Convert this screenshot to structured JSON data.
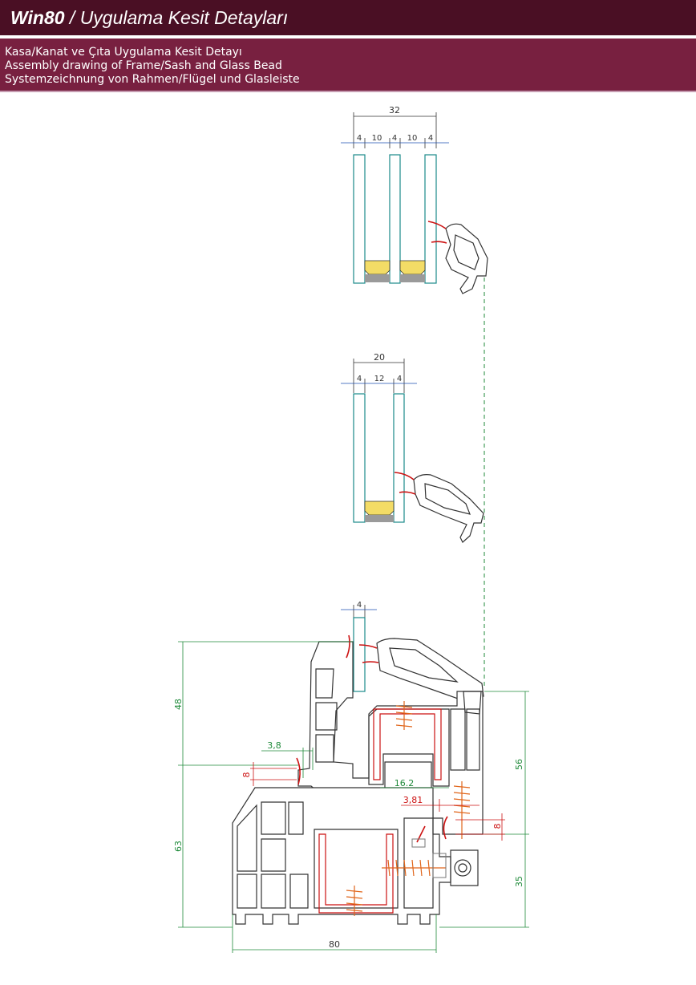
{
  "header": {
    "brand": "Win80",
    "title_rest": " / Uygulama Kesit Detayları",
    "colors": {
      "title_bg": "#4a0f24",
      "subtitle_bg": "#782040",
      "text": "#ffffff"
    }
  },
  "subtitle": {
    "line_tr": "Kasa/Kanat ve Çıta Uygulama Kesit Detayı",
    "line_en": "Assembly drawing of Frame/Sash and Glass Bead",
    "line_de": "Systemzeichnung von Rahmen/Flügel und Glasleiste"
  },
  "drawing": {
    "triple_glazing": {
      "overall": "32",
      "pane_a": "4",
      "gap_a": "10",
      "pane_b": "4",
      "gap_b": "10",
      "pane_c": "4"
    },
    "double_glazing": {
      "overall": "20",
      "pane_a": "4",
      "gap": "12",
      "pane_b": "4"
    },
    "single_glazing": {
      "pane": "4"
    },
    "profile_dims": {
      "frame_height_upper": "48",
      "frame_height_lower": "63",
      "sash_height_upper": "56",
      "sash_height_lower": "35",
      "total_width": "80",
      "rebate_3_8": "3,8",
      "gap_8_left": "8",
      "gap_8_right": "8",
      "rebate_3_81": "3,81",
      "reinforcement_16_2": "16.2"
    },
    "colors": {
      "outline": "#333333",
      "glass_edge": "#1a8a8a",
      "dim_blue": "#1d4fb0",
      "dim_green": "#1f8a3a",
      "dim_red": "#cc1111",
      "spacer": "#f3dc66",
      "screw": "#e0651a"
    }
  }
}
